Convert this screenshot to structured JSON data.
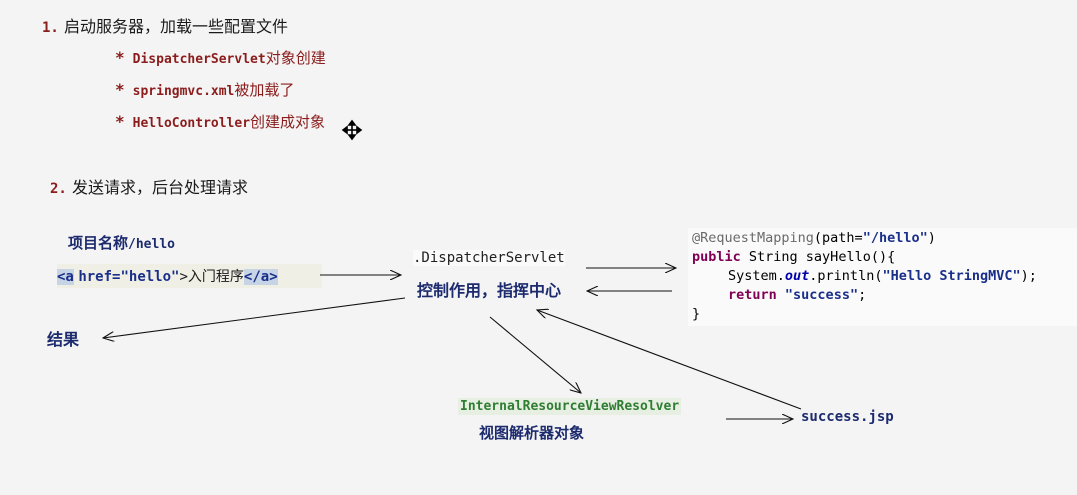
{
  "step1": {
    "num": "1.",
    "text": "启动服务器，加载一些配置文件",
    "bullets": [
      {
        "star": "*",
        "mono": "DispatcherServlet",
        "cn": "对象创建"
      },
      {
        "star": "*",
        "mono": "springmvc.xml",
        "cn": "被加载了"
      },
      {
        "star": "*",
        "mono": "HelloController",
        "cn": "创建成对象"
      }
    ]
  },
  "step2": {
    "num": "2.",
    "text": "发送请求，后台处理请求"
  },
  "request": {
    "label_cn": "项目名称",
    "label_path": "/hello",
    "tag_open": "<a",
    "attr": "href=",
    "attr_value": "\"hello\"",
    "close_bracket": ">",
    "link_text": "入门程序",
    "tag_close": "</a>"
  },
  "dispatcher": {
    "name": ".DispatcherServlet",
    "desc": "控制作用，指挥中心"
  },
  "result": "结果",
  "resolver": {
    "name": "InternalResourceViewResolver",
    "desc": "视图解析器对象"
  },
  "view": "success.jsp",
  "code": {
    "l1_ann": "@RequestMapping",
    "l1_paren": "(path=",
    "l1_str": "\"/hello\"",
    "l1_end": ")",
    "l2_kw": "public",
    "l2_rest": " String sayHello(){",
    "l3_a": "System.",
    "l3_out": "out",
    "l3_b": ".println(",
    "l3_str": "\"Hello StringMVC\"",
    "l3_end": ");",
    "l4_kw": "return",
    "l4_str": "\"success\"",
    "l4_end": ";",
    "l5": "}"
  }
}
